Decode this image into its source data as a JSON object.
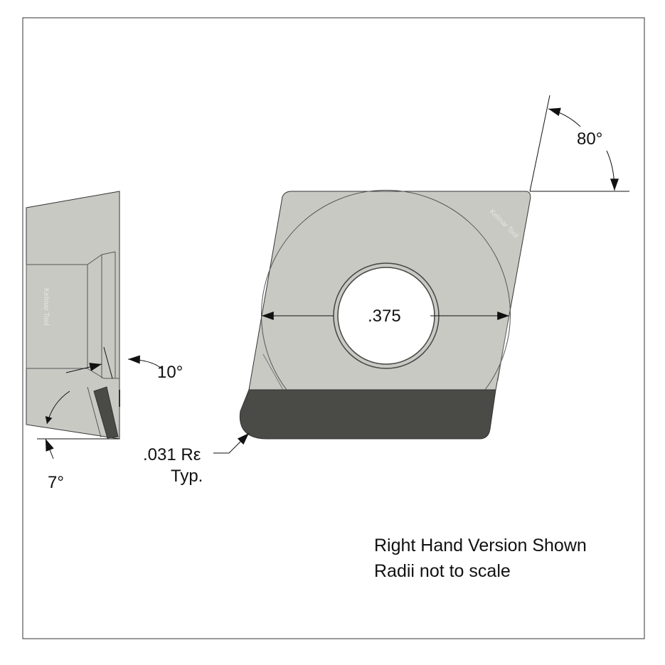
{
  "dimensions": {
    "hole_diameter": ".375",
    "side_angle": "10°",
    "clearance_angle": "7°",
    "included_angle": "80°",
    "corner_radius": ".031 Rε",
    "corner_radius_note": "Typ."
  },
  "notes": {
    "line1": "Right Hand Version Shown",
    "line2": "Radii not to scale"
  },
  "watermark": "Kelmar Tool",
  "colors": {
    "insert_gray": "#c9c9c4",
    "edge_dark": "#4a4a46",
    "line": "#1a1a1a"
  }
}
